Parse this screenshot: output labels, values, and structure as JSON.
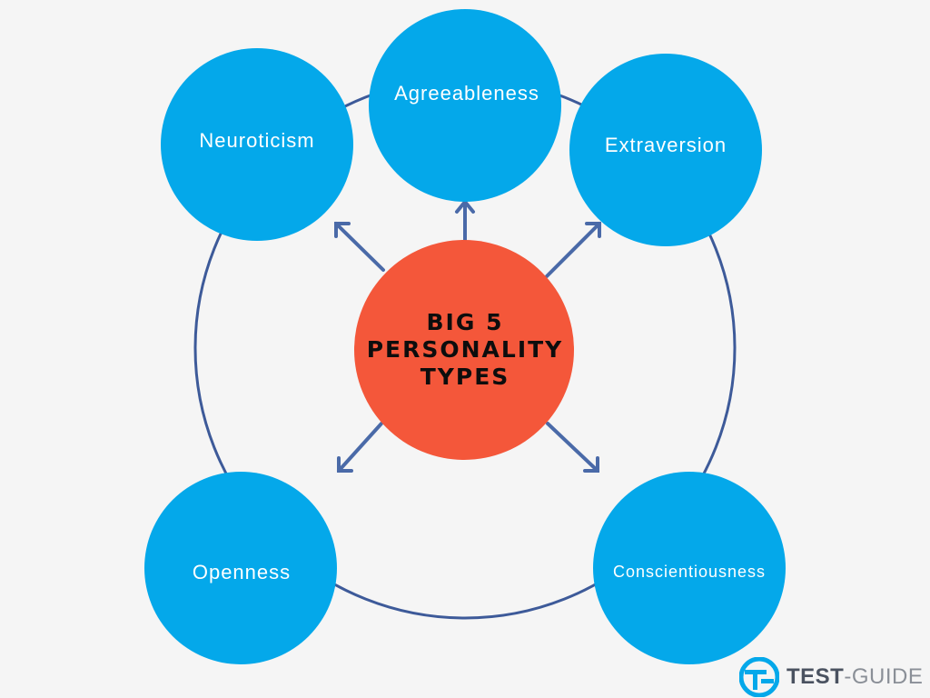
{
  "center": {
    "lines": [
      "BIG 5",
      "PERSONALITY",
      "TYPES"
    ],
    "color": "#f4573a"
  },
  "traits": [
    {
      "label": "Agreeableness"
    },
    {
      "label": "Neuroticism"
    },
    {
      "label": "Extraversion"
    },
    {
      "label": "Openness"
    },
    {
      "label": "Conscientiousness"
    }
  ],
  "colors": {
    "trait_circle": "#04a8ea",
    "ring": "#3d5a99",
    "arrow": "#4a6aa8",
    "background": "#f5f5f5"
  },
  "logo": {
    "icon": "tg-logo-icon",
    "brand_strong": "TEST",
    "brand_rest": "-GUIDE"
  }
}
